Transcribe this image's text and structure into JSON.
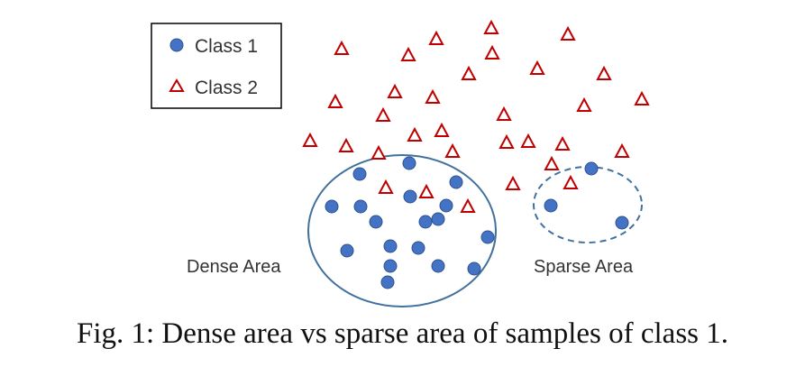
{
  "legend": {
    "items": [
      {
        "label": "Class 1",
        "marker": "circle",
        "color": "#4472c4"
      },
      {
        "label": "Class 2",
        "marker": "triangle",
        "color": "#c00000"
      }
    ]
  },
  "areas": {
    "dense": {
      "label": "Dense Area",
      "outline_color": "#41719c",
      "style": "solid"
    },
    "sparse": {
      "label": "Sparse Area",
      "outline_color": "#41719c",
      "style": "dashed"
    }
  },
  "caption": {
    "text": "Fig. 1: Dense area vs sparse area of samples of class 1."
  },
  "colors": {
    "class1_fill": "#4472c4",
    "class1_stroke": "#2f528f",
    "class2_stroke": "#c00000",
    "outline": "#41719c",
    "text": "#333333"
  }
}
